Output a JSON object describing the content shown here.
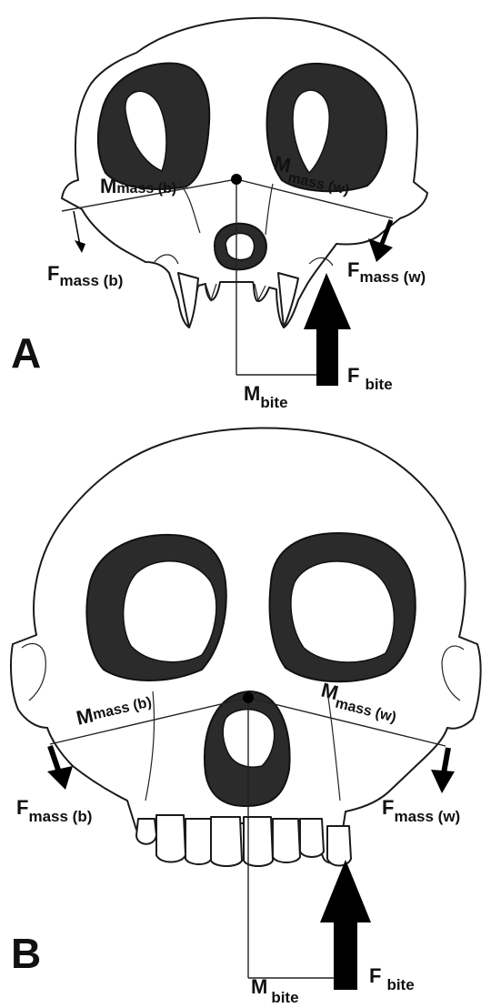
{
  "panel_a": {
    "letter": "A",
    "m_mass_b": {
      "main": "M",
      "sub": "mass (b)"
    },
    "m_mass_w": {
      "main": "M",
      "sub": "mass (w)"
    },
    "f_mass_b": {
      "main": "F",
      "sub": "mass (b)"
    },
    "f_mass_w": {
      "main": "F",
      "sub": "mass (w)"
    },
    "m_bite": {
      "main": "M",
      "sub": "bite"
    },
    "f_bite": {
      "main": "F",
      "sub": "bite"
    }
  },
  "panel_b": {
    "letter": "B",
    "m_mass_b": {
      "main": "M",
      "sub": "mass (b)"
    },
    "m_mass_w": {
      "main": "M",
      "sub": "mass (w)"
    },
    "f_mass_b": {
      "main": "F",
      "sub": "mass (b)"
    },
    "f_mass_w": {
      "main": "F",
      "sub": "mass (w)"
    },
    "m_bite": {
      "main": "M",
      "sub": "bite"
    },
    "f_bite": {
      "main": "F",
      "sub": "bite"
    }
  }
}
